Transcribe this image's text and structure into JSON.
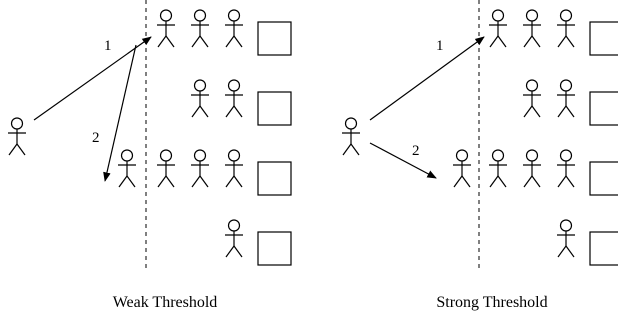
{
  "panels": [
    {
      "id": "weak",
      "caption": "Weak Threshold",
      "arrow_labels": [
        "1",
        "2"
      ],
      "rows": [
        {
          "figures_right_of_threshold": 3,
          "figure_left_of_threshold": false
        },
        {
          "figures_right_of_threshold": 2,
          "figure_left_of_threshold": false
        },
        {
          "figures_right_of_threshold": 4,
          "figure_left_of_threshold": true
        },
        {
          "figures_right_of_threshold": 1,
          "figure_left_of_threshold": false
        }
      ]
    },
    {
      "id": "strong",
      "caption": "Strong Threshold",
      "arrow_labels": [
        "1",
        "2"
      ],
      "rows": [
        {
          "figures_right_of_threshold": 3,
          "figure_left_of_threshold": false
        },
        {
          "figures_right_of_threshold": 2,
          "figure_left_of_threshold": false
        },
        {
          "figures_right_of_threshold": 4,
          "figure_left_of_threshold": true
        },
        {
          "figures_right_of_threshold": 1,
          "figure_left_of_threshold": false
        }
      ]
    }
  ],
  "colors": {
    "ink": "#000000",
    "background": "#ffffff"
  },
  "icons": [
    "stick-figure-icon",
    "box-icon",
    "arrow-icon"
  ]
}
